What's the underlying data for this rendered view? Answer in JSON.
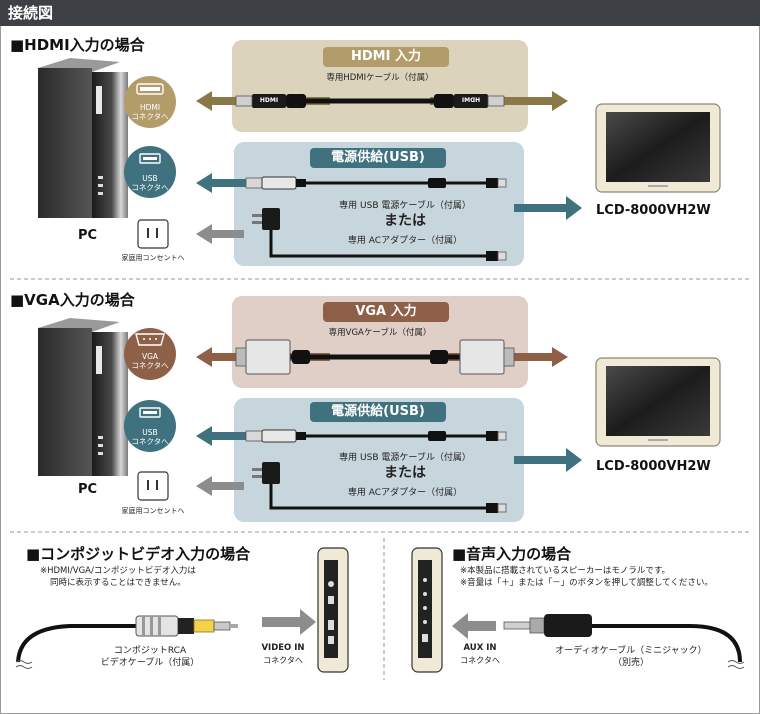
{
  "header": {
    "title": "接続図"
  },
  "hdmi": {
    "section_title": "■HDMI入力の場合",
    "box_title": "HDMI 入力",
    "cable_label": "専用HDMIケーブル（付属）",
    "connector_label": "HDMI\nコネクタへ",
    "plug_text": "HDMI"
  },
  "vga": {
    "section_title": "■VGA入力の場合",
    "box_title": "VGA 入力",
    "cable_label": "専用VGAケーブル（付属）",
    "connector_label": "VGA\nコネクタへ"
  },
  "power": {
    "box_title": "電源供給(USB)",
    "usb_cable_label": "専用 USB 電源ケーブル（付属）",
    "or_label": "または",
    "ac_label": "専用 ACアダプター（付属）",
    "usb_connector_label": "USB\nコネクタへ",
    "outlet_label": "家庭用コンセントへ"
  },
  "pc_label": "PC",
  "monitor_model": "LCD-8000VH2W",
  "composite": {
    "section_title": "■コンポジットビデオ入力の場合",
    "note_line1": "※HDMI/VGA/コンポジットビデオ入力は",
    "note_line2": "同時に表示することはできません。",
    "cable_line1": "コンポジットRCA",
    "cable_line2": "ビデオケーブル（付属）",
    "port_line1": "VIDEO IN",
    "port_line2": "コネクタへ"
  },
  "audio": {
    "section_title": "■音声入力の場合",
    "note_line1": "※本製品に搭載されているスピーカーはモノラルです。",
    "note_line2": "※音量は「＋」または「－」のボタンを押して調整してください。",
    "cable_line1": "オーディオケーブル（ミニジャック）",
    "cable_line2": "（別売）",
    "port_line1": "AUX IN",
    "port_line2": "コネクタへ"
  },
  "colors": {
    "header_bg": "#3d4045",
    "hdmi_box": "#dcd3bd",
    "hdmi_pill": "#b29c6a",
    "vga_box": "#dfcfc6",
    "vga_pill": "#8e6048",
    "power_box": "#c7d6dc",
    "power_pill": "#3f727e",
    "teal_circle": "#3f727e",
    "gray_arrow": "#8c8c8c"
  }
}
